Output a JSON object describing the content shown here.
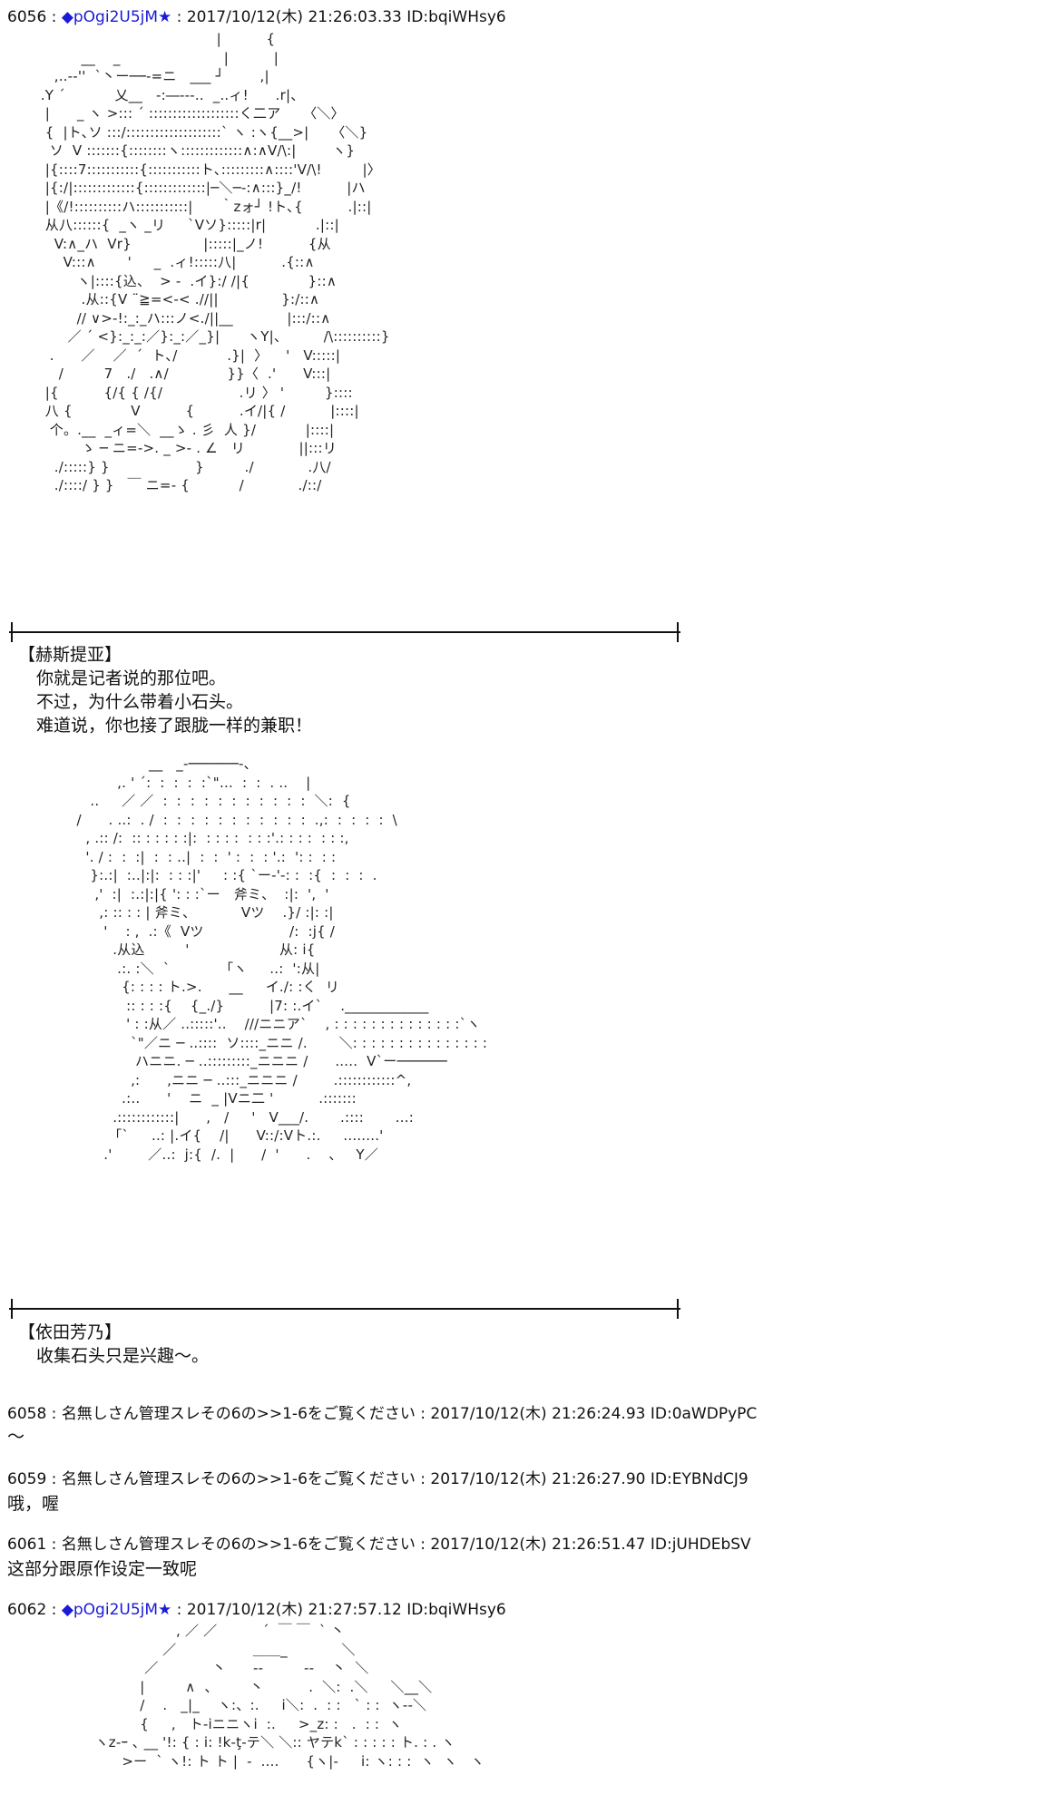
{
  "posts": [
    {
      "num": "6056",
      "sep": " : ",
      "trip": "◆pOgi2U5jM★",
      "meta": " : 2017/10/12(木) 21:26:03.33 ID:bqiWHsy6"
    },
    {
      "num": "6058",
      "sep": " : ",
      "name": "名無しさん管理スレその6の>>1-6をご覧ください",
      "meta": " : 2017/10/12(木) 21:26:24.93 ID:0aWDPyPC",
      "body": "～"
    },
    {
      "num": "6059",
      "sep": " : ",
      "name": "名無しさん管理スレその6の>>1-6をご覧ください",
      "meta": " : 2017/10/12(木) 21:26:27.90 ID:EYBNdCJ9",
      "body": "哦，喔"
    },
    {
      "num": "6061",
      "sep": " : ",
      "name": "名無しさん管理スレその6の>>1-6をご覧ください",
      "meta": " : 2017/10/12(木) 21:26:51.47 ID:jUHDEbSV",
      "body": "这部分跟原作设定一致呢"
    },
    {
      "num": "6062",
      "sep": " : ",
      "trip": "◆pOgi2U5jM★",
      "meta": " : 2017/10/12(木) 21:27:57.12 ID:bqiWHsy6"
    }
  ],
  "scene1": {
    "speaker": "【赫斯提亚】",
    "lines": [
      "你就是记者说的那位吧。",
      "不过，为什么带着小石头。",
      "难道说，你也接了跟胧一样的兼职！"
    ]
  },
  "scene2": {
    "speaker": "【依田芳乃】",
    "lines": [
      "收集石头只是兴趣～。"
    ]
  },
  "aa1": "                                            |          {\n              __    _                       |          |\n        ,..--''  `丶ー──-=ニ   ___ ┘        ,|\n     .Y ´           乂__   -:―-‐-..  _..ィ!      .r|、\n      |      _ ヽ >::: ´ :::::::::::::::::::く二ア     〈＼〉\n      {  |ト､ソ :::/::::::::::::::::::::` ヽ :ヽ{__>|     〈＼}\n       ソ  V :::::::{::::::::ヽ:::::::::::::∧:∧V/\\:|        ヽ}\n      |{::::7:::::::::::{:::::::::::ト､:::::::::∧::::'V/\\!         |〉\n      |{:/|:::::::::::::{:::::::::::::|─＼─-:∧:::}_/!          |ハ\n      |《/!::::::::::ハ:::::::::::|      ｀zォ┘ !ト､{          .|::|\n      从八::::::{  _ヽ _リ     `Vソ}:::::|r|           .|::|\n        V:∧_ハ  Vr}                |:::::|_ノ!          {从\n          V:::∧       '     _  .ィ!:::::八|          .{::∧\n             ヽ|::::{込、  > ‐  .イ}:/ /|{             }::∧\n              .从::{V ¨≧=<‐< .//||              }:/::∧\n             // ∨>‐!:_:_ハ:::ノ<./||__            |:::/::∧\n           ／ ´ <}:_:_:／}:_:／_}|      ヽY|、        /\\::::::::::}\n       .      ／    ／  ´  ト､/           .}|  〉    '   V:::::|\n         /         7   ./   .∧/             }}〈  .'      V:::|\n      |{          {/{ { /{/                 .リ 〉 '         }::::\n      八 {             V          {          .イ/|{ /          |::::|\n       个。.__  _ィ=＼  __ゝ . 彡  人 }/           |::::|\n              ゝ ─ ニ=->. _ >- . ∠   リ            ||:::リ\n        ./:::::} }                   }         ./            .八/\n        ./::::/ } }   ￣ ニ=- {           /            ./::/",
  "aa2": "                                 __   _-──────-、\n                          ,. ' ´:  :  :  :  :`\"…  :  :  . ..    |\n                    ..     ／ ／  :  :  :  :  :  :  :  :  :  :  :  ＼:  {\n                 /      . ..:  . /  :  :  :  :  :  :  :  :  :  :  :  .,:  :  :  :  :  \\\n                   , .:: /:  :: : : : : :|:  : : : :  : : :'.: : : :  : : :,\n                   '. / :  :  :|  :  : ..|  :  :  ' :  :  : '.:  ': :  : :\n                    }:.:|  :..|:|:  : : :|'     : :{ `ー‐'‐: :  :{  :  :  :  .\n                     ,'  :|  :.:|:|{ ': : :`ー   斧ミ、  :|:  ',  '\n                      ,: :: : : | 斧ミ、          Vツ    .}/ :|: :|\n                       '    : ,  .:《  Vツ                   /:  :j{ /\n                         .从込         '                    从: i{\n                          .:. :＼  `           「ヽ     ..:  ':从|\n                           {: : : : ト.>.      __     イ./: :く  リ\n                            :: : : :{    {_./}          |7: :.イ`    .____________\n                            ' : :从／ ..:::::'..    ///ニニア`    , : : : : : : : : : : : : : :`ヽ\n                             `\"／ニ ─ ..::::  ソ::::_ニニ /.       ＼: : : : : : : : : : : : : : :\n                              ハニニ. ─ ..:::::::::_ニニニ /      .....  V`ー──────\n                             ,:      ,ニニ ─ ..:::_ニニニ /        .::::::::::::^,\n                           .:..      '    ニ  _ |Vニ二 '          .:::::::\n                         .::::::::::::|      ,   /     '   V___/.       .::::       ...:\n                        「`     ..: |.イ{    /|      V::/:Vト.:.     ........'\n                       .'        ／..:  j:{  /.  |      /  '      .    、   Y／",
  "aa3": "                               , ／ ／          ´  ￣ ￣  ` 丶\n                            ／                 ＿＿_            ＼\n                        ／            丶      --         --    丶  ＼\n                       |         ∧  、       丶          .  ＼:  .＼     ＼__＼\n                       /    .   _|_    ヽ:、:.     i＼:  .  : :   ` : :  ヽ‐-＼\n                       {     ,   ト-iニニヽi  :.     >_z: :   .  : :  ヽ\n             ヽz-ｰ ､ __ '!: { : i: !k‐ţ-テ＼ ＼:: ヤテk` : : : : : ト. : . ヽ\n                   >ー  ` ヽ!: ト ト |  ‐  ....      {ヽ|‐     i: ヽ: : :  ヽ  ヽ   ヽ"
}
